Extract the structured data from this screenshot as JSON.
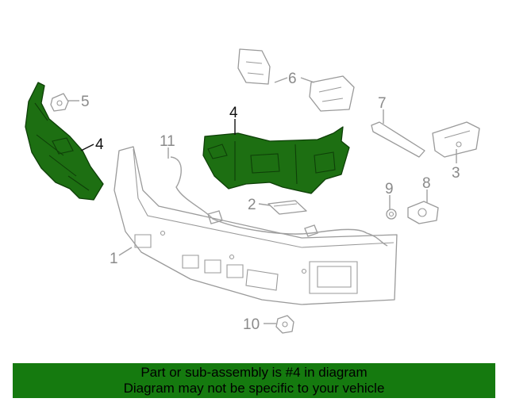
{
  "callouts": [
    "1",
    "2",
    "3",
    "4",
    "4",
    "5",
    "6",
    "7",
    "8",
    "9",
    "10",
    "11"
  ],
  "highlighted_part": "4",
  "colors": {
    "highlight": "#1d6f12",
    "banner": "#157a0f",
    "line": "#9a9a9a"
  },
  "banner": {
    "line1": "Part or sub-assembly is #4 in diagram",
    "line2": "Diagram may not be specific to your vehicle"
  }
}
